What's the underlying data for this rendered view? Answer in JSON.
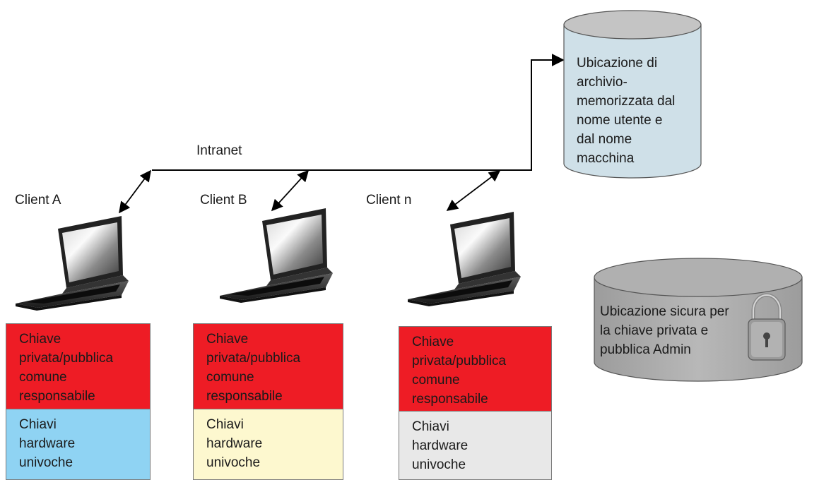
{
  "network": {
    "label": "Intranet"
  },
  "storage": {
    "label": "Ubicazione di\narchivio-\nmemorizzata dal\nnome utente e\ndal nome\nmacchina",
    "color": "#cfe0e8"
  },
  "admin_store": {
    "label": "Ubicazione sicura per\nla chiave privata e\npubblica Admin",
    "color": "#b4b4b4",
    "icon": "padlock-icon"
  },
  "clients": [
    {
      "name": "Client A",
      "shared_key": "Chiave\nprivata/pubblica\ncomune\nresponsabile",
      "hardware_keys": "Chiavi\nhardware\nunivoche",
      "hardware_color": "#8fd3f3"
    },
    {
      "name": "Client B",
      "shared_key": "Chiave\nprivata/pubblica\ncomune\nresponsabile",
      "hardware_keys": "Chiavi\nhardware\nunivoche",
      "hardware_color": "#fdf8cf"
    },
    {
      "name": "Client n",
      "shared_key": "Chiave\nprivata/pubblica\ncomune\nresponsabile",
      "hardware_keys": "Chiavi\nhardware\nunivoche",
      "hardware_color": "#e8e8e8"
    }
  ],
  "colors": {
    "shared_key": "#ee1c25",
    "line": "#000000"
  }
}
